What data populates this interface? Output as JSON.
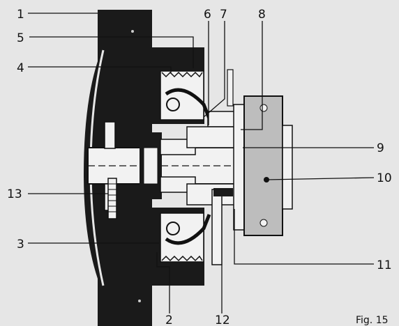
{
  "figure": {
    "caption": "Fig. 15"
  },
  "callouts": [
    {
      "id": "1",
      "text": "1"
    },
    {
      "id": "2",
      "text": "2"
    },
    {
      "id": "3",
      "text": "3"
    },
    {
      "id": "4",
      "text": "4"
    },
    {
      "id": "5",
      "text": "5"
    },
    {
      "id": "6",
      "text": "6"
    },
    {
      "id": "7",
      "text": "7"
    },
    {
      "id": "8",
      "text": "8"
    },
    {
      "id": "9",
      "text": "9"
    },
    {
      "id": "10",
      "text": "10"
    },
    {
      "id": "11",
      "text": "11"
    },
    {
      "id": "12",
      "text": "12"
    },
    {
      "id": "13",
      "text": "13"
    }
  ],
  "colors": {
    "background": "#e6e6e6",
    "ink": "#111111",
    "body": "#1a1a1a",
    "light": "#f2f2f2",
    "mid": "#bdbdbd"
  }
}
